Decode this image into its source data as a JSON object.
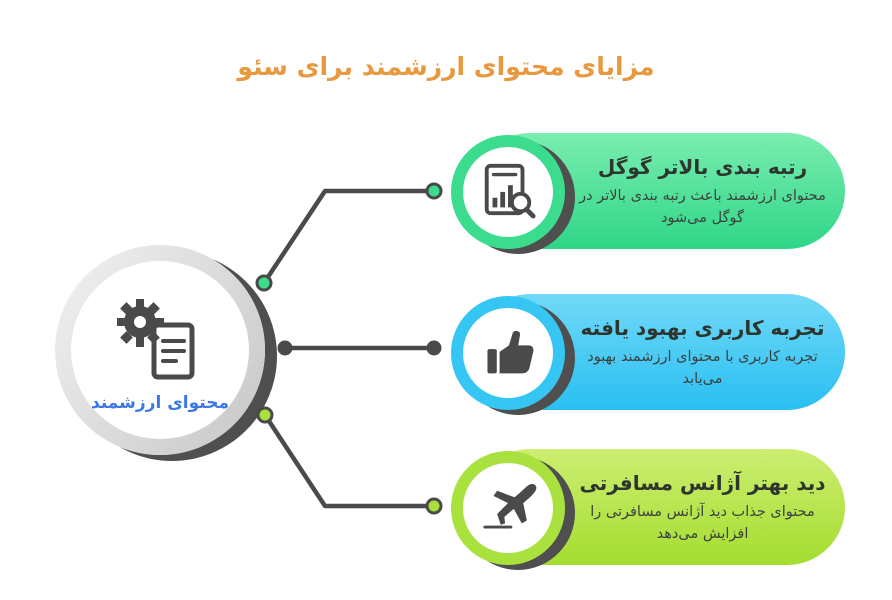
{
  "title": "مزایای محتوای ارزشمند برای سئو",
  "center": {
    "label": "محتوای ارزشمند",
    "icon": "gear-document-icon"
  },
  "cards": [
    {
      "title": "رتبه بندی بالاتر گوگل",
      "body": "محتوای ارزشمند باعث رتبه بندی بالاتر در گوگل می‌شود",
      "icon": "ranking-chart-icon",
      "colors": {
        "start": "#7bedb0",
        "end": "#2ed687",
        "ring": "#3cdc8e",
        "dot": "#3ddc8c"
      }
    },
    {
      "title": "تجربه کاربری بهبود یافته",
      "body": "تجربه کاربری با محتوای ارزشمند بهبود می‌یابد",
      "icon": "thumbs-up-icon",
      "colors": {
        "start": "#72d9f7",
        "end": "#29bff2",
        "ring": "#35c6f3",
        "dot": "#4a4a4a"
      }
    },
    {
      "title": "دید بهتر آژانس مسافرتی",
      "body": "محتوای جذاب دید آژانس مسافرتی را افزایش می‌دهد",
      "icon": "airplane-icon",
      "colors": {
        "start": "#cdee72",
        "end": "#a4dd2e",
        "ring": "#a9e23f",
        "dot": "#a8e03c"
      }
    }
  ],
  "colors": {
    "title_text": "#e8993f",
    "center_label": "#3b78e8",
    "connector_ink": "#4a4a4a",
    "center_ring_light": "#f2f2f2",
    "center_ring_dark": "#c6c6c6",
    "shadow": "#4f4f4f",
    "background": "#ffffff"
  }
}
